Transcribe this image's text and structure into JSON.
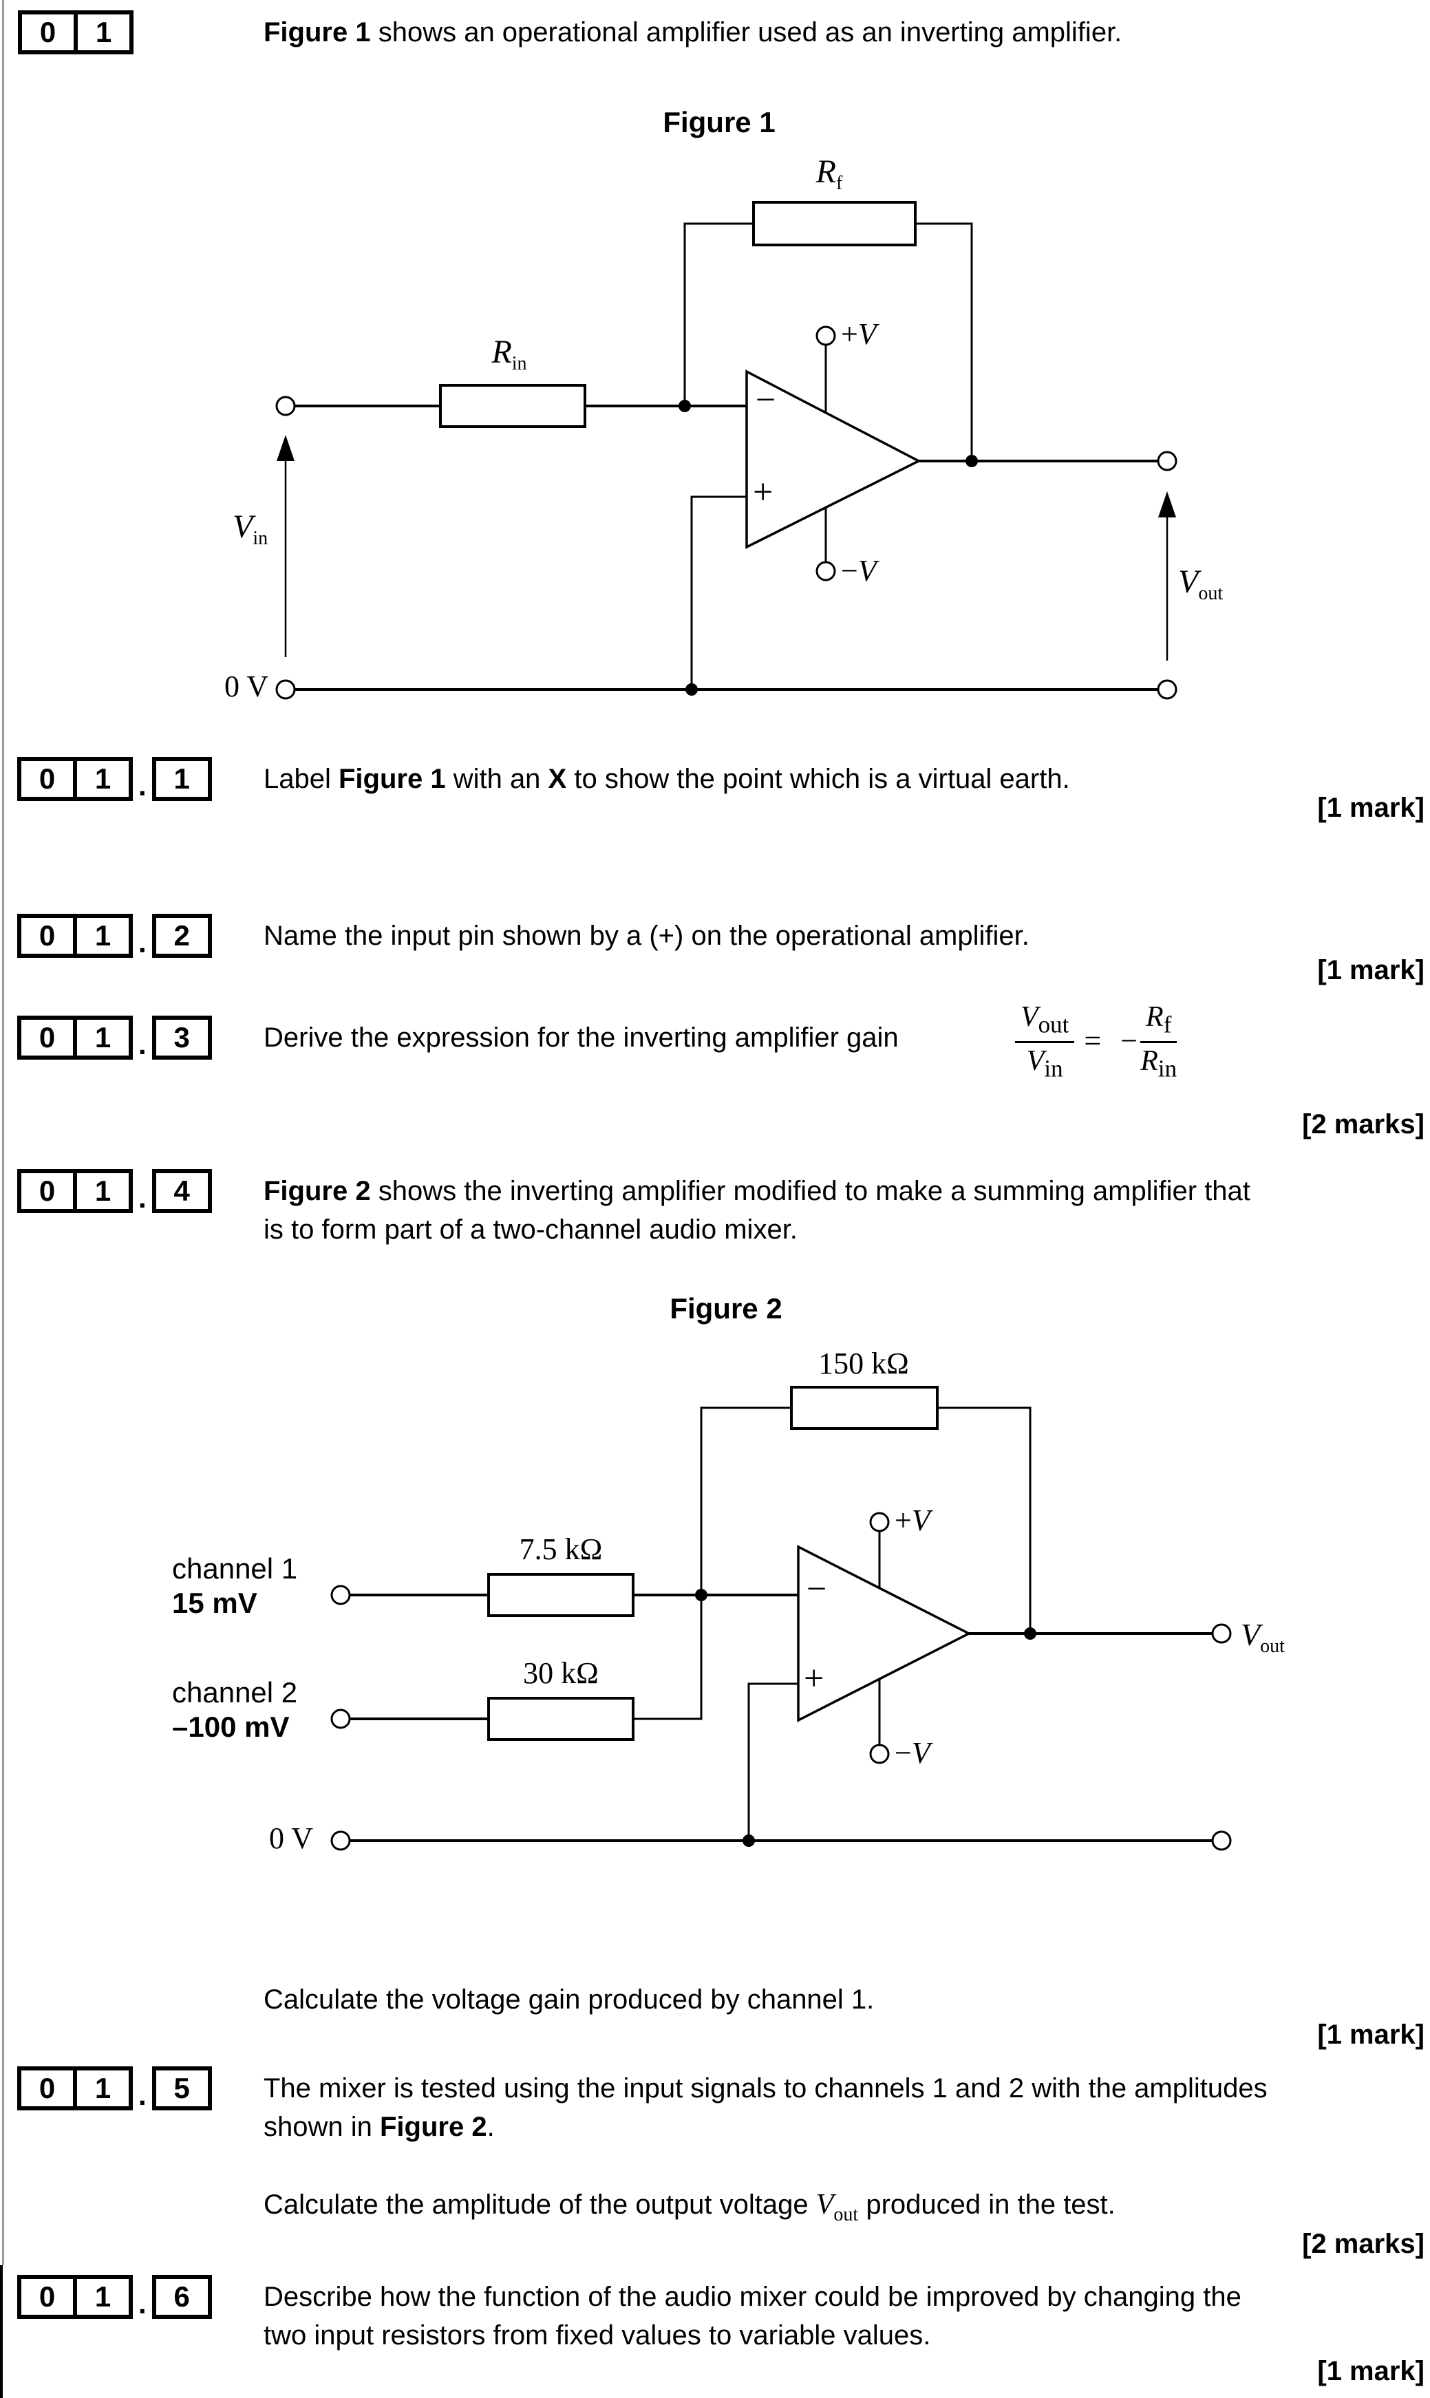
{
  "ui": {
    "box_separator": "."
  },
  "q1": {
    "box": [
      "0",
      "1"
    ],
    "intro_bold": "Figure 1",
    "intro_rest": " shows an operational amplifier used as an inverting amplifier."
  },
  "figure1": {
    "title": "Figure 1",
    "rf": {
      "main": "R",
      "sub": "f"
    },
    "rin": {
      "main": "R",
      "sub": "in"
    },
    "plus_v": {
      "sign": "+",
      "var": "V"
    },
    "minus_v": {
      "sign": "−",
      "var": "V"
    },
    "vin": {
      "main": "V",
      "sub": "in"
    },
    "vout": {
      "main": "V",
      "sub": "out"
    },
    "zero_v": "0 V",
    "inverting_pin": "−",
    "noninverting_pin": "+"
  },
  "q1_1": {
    "box": [
      "0",
      "1",
      "1"
    ],
    "p1": "Label ",
    "b1": "Figure 1",
    "p2": " with an ",
    "b2": "X",
    "p3": " to show the point which is a virtual earth.",
    "mark": "[1 mark]"
  },
  "q1_2": {
    "box": [
      "0",
      "1",
      "2"
    ],
    "p1": "Name the input pin shown by a (+) on the operational amplifier.",
    "mark": "[1 mark]"
  },
  "q1_3": {
    "box": [
      "0",
      "1",
      "3"
    ],
    "p1": "Derive the expression for the inverting amplifier gain",
    "f_num1": {
      "main": "V",
      "sub": "out"
    },
    "f_den1": {
      "main": "V",
      "sub": "in"
    },
    "f_eq": "=",
    "f_minus": "−",
    "f_num2": {
      "main": "R",
      "sub": "f"
    },
    "f_den2": {
      "main": "R",
      "sub": "in"
    },
    "mark": "[2 marks]"
  },
  "q1_4": {
    "box": [
      "0",
      "1",
      "4"
    ],
    "b1": "Figure 2",
    "p1": " shows the inverting amplifier modified to make a summing amplifier that",
    "p2": "is to form part of a two-channel audio mixer.",
    "calc": "Calculate the voltage gain produced by channel 1.",
    "calc_mark": "[1 mark]"
  },
  "figure2": {
    "title": "Figure 2",
    "r_feedback": "150 kΩ",
    "r_ch1": "7.5 kΩ",
    "r_ch2": "30 kΩ",
    "ch1_label": "channel 1",
    "ch1_amplitude": "15 mV",
    "ch2_label": "channel 2",
    "ch2_amplitude": "–100 mV",
    "plus_v": {
      "sign": "+",
      "var": "V"
    },
    "minus_v": {
      "sign": "−",
      "var": "V"
    },
    "vout": {
      "main": "V",
      "sub": "out"
    },
    "zero_v": "0 V",
    "inverting_pin": "−",
    "noninverting_pin": "+"
  },
  "q1_5": {
    "box": [
      "0",
      "1",
      "5"
    ],
    "p1": "The mixer is tested using the input signals to channels 1 and 2 with the amplitudes",
    "p2a": "shown in ",
    "b1": "Figure 2",
    "p2b": ".",
    "p3a": "Calculate the amplitude of the output voltage ",
    "v": {
      "main": "V",
      "sub": "out"
    },
    "p3b": " produced in the test.",
    "mark": "[2 marks]"
  },
  "q1_6": {
    "box": [
      "0",
      "1",
      "6"
    ],
    "p1": "Describe how the function of the audio mixer could be improved by changing the",
    "p2": "two input resistors from fixed values to variable values.",
    "mark": "[1 mark]"
  }
}
